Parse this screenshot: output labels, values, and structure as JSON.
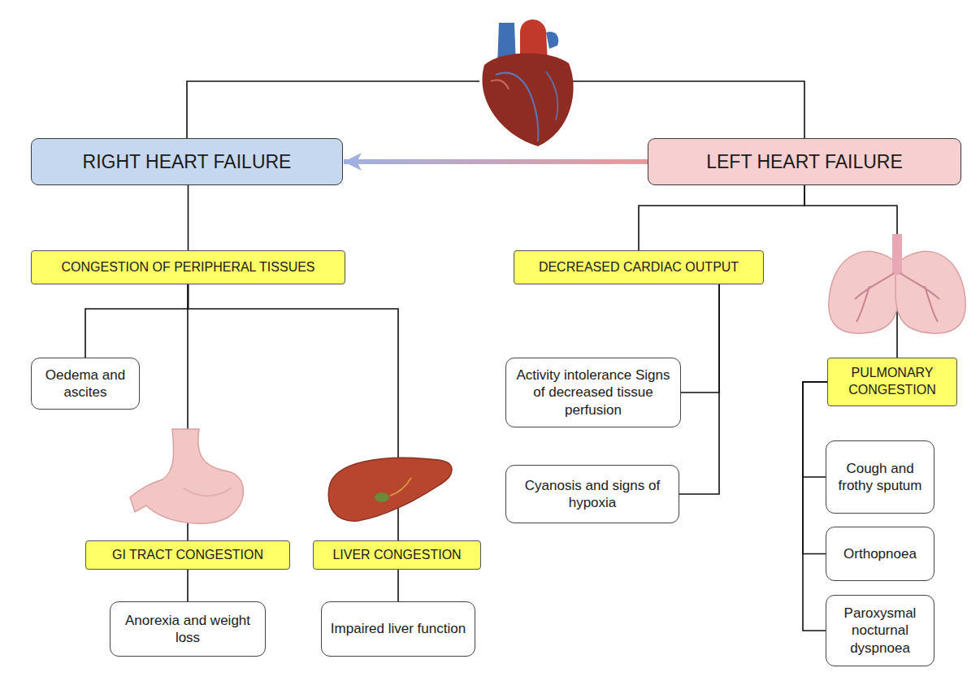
{
  "diagram": {
    "nodes": [
      {
        "text": [
          "RIGHT HEART FAILURE"
        ]
      },
      {
        "text": [
          "LEFT HEART FAILURE"
        ]
      },
      {
        "text": [
          "CONGESTION OF PERIPHERAL TISSUES"
        ]
      },
      {
        "text": [
          "DECREASED CARDIAC OUTPUT"
        ]
      },
      {
        "text": [
          "Oedema and ascites"
        ]
      },
      {
        "text": [
          "Activity intolerance Signs of decreased tissue perfusion"
        ]
      },
      {
        "text": [
          "PULMONARY CONGESTION"
        ]
      },
      {
        "text": [
          "Cyanosis and signs of hypoxia"
        ]
      },
      {
        "text": [
          "Cough and frothy sputum"
        ]
      },
      {
        "text": [
          "GI TRACT CONGESTION"
        ]
      },
      {
        "text": [
          "LIVER CONGESTION"
        ]
      },
      {
        "text": [
          "Orthopnoea"
        ]
      },
      {
        "text": [
          "Anorexia and weight loss"
        ]
      },
      {
        "text": [
          "Impaired liver function"
        ]
      },
      {
        "text": [
          "Paroxysmal nocturnal dyspnoea"
        ]
      }
    ],
    "edges": [
      {
        "from": 1,
        "to": 0,
        "arrow": "to"
      },
      {
        "from": 0,
        "to": 2,
        "arrow": "none"
      },
      {
        "from": 1,
        "to": 3,
        "arrow": "none"
      },
      {
        "from": 1,
        "to": 6,
        "arrow": "none"
      },
      {
        "from": 2,
        "to": 4,
        "arrow": "none"
      },
      {
        "from": 2,
        "to": 9,
        "arrow": "none"
      },
      {
        "from": 2,
        "to": 10,
        "arrow": "none"
      },
      {
        "from": 3,
        "to": 5,
        "arrow": "none"
      },
      {
        "from": 3,
        "to": 7,
        "arrow": "none"
      },
      {
        "from": 6,
        "to": 8,
        "arrow": "none"
      },
      {
        "from": 6,
        "to": 11,
        "arrow": "none"
      },
      {
        "from": 6,
        "to": 14,
        "arrow": "none"
      },
      {
        "from": 9,
        "to": 12,
        "arrow": "none"
      },
      {
        "from": 10,
        "to": 13,
        "arrow": "none"
      }
    ]
  }
}
